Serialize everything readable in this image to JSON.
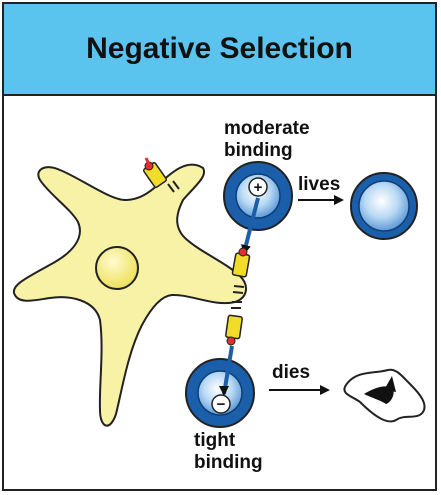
{
  "title": "Negative Selection",
  "labels": {
    "moderate_line1": "moderate",
    "moderate_line2": "binding",
    "lives": "lives",
    "dies": "dies",
    "tight_line1": "tight",
    "tight_line2": "binding"
  },
  "symbols": {
    "plus": "+",
    "minus": "−"
  },
  "icons": {
    "antigen-presenting-cell": "star-shaped-cell-icon",
    "t-cell": "blue-cell-icon",
    "apoptotic-cell": "dead-cell-icon",
    "receptor": "receptor-icon",
    "arrow": "arrow-right-icon"
  },
  "colors": {
    "header_bg": "#5bc4ee",
    "apc_fill": "#f8f2a6",
    "nucleus": "#f4ec6a",
    "cell_dark": "#1b5faa",
    "cell_light": "#b9d9f4",
    "receptor": "#f2dc2a",
    "peptide": "#e03030"
  }
}
